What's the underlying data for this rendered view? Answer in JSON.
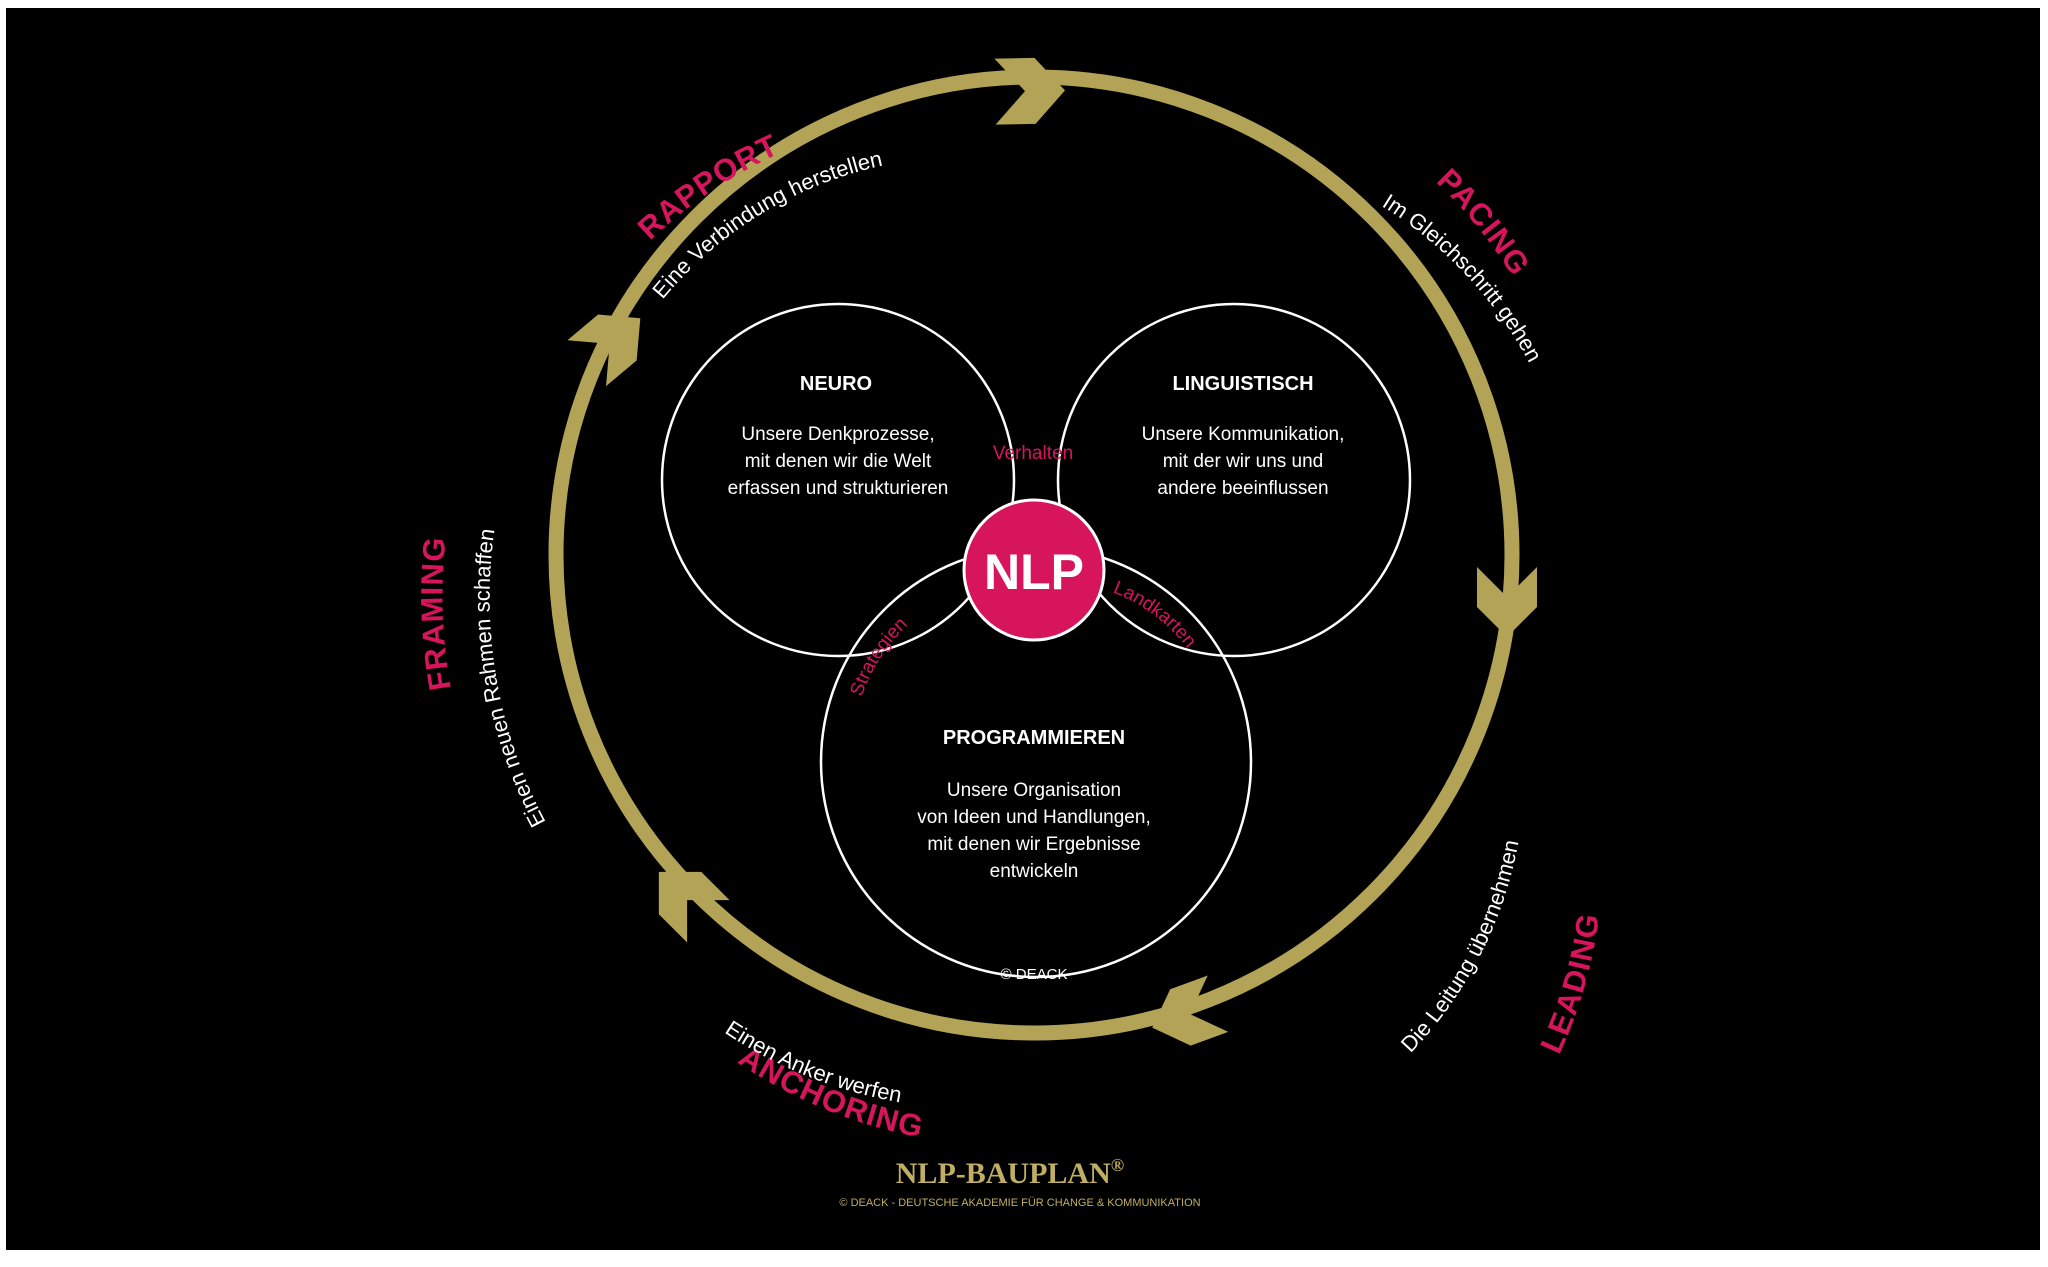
{
  "colors": {
    "background": "#000000",
    "ring": "#b3a356",
    "accent": "#d6155d",
    "text": "#ffffff",
    "brand_gold": "#bfae63"
  },
  "cycle": {
    "rapport": {
      "label": "RAPPORT",
      "sub": "Eine Verbindung herstellen"
    },
    "pacing": {
      "label": "PACING",
      "sub": "Im Gleichschritt gehen"
    },
    "leading": {
      "label": "LEADING",
      "sub": "Die Leitung übernehmen"
    },
    "anchoring": {
      "label": "ANCHORING",
      "sub": "Einen Anker werfen"
    },
    "framing": {
      "label": "FRAMING",
      "sub": "Einen neuen Rahmen schaffen"
    }
  },
  "venn": {
    "neuro": {
      "title": "NEURO",
      "lines": [
        "Unsere Denkprozesse,",
        "mit denen wir die Welt",
        "erfassen und strukturieren"
      ]
    },
    "linguistisch": {
      "title": "LINGUISTISCH",
      "lines": [
        "Unsere Kommunikation,",
        "mit der wir uns und",
        "andere beeinflussen"
      ]
    },
    "programmieren": {
      "title": "PROGRAMMIEREN",
      "lines": [
        "Unsere Organisation",
        "von Ideen und Handlungen,",
        "mit denen wir Ergebnisse",
        "entwickeln"
      ]
    },
    "overlaps": {
      "verhalten": "Verhalten",
      "strategien": "Strategien",
      "landkarten": "Landkarten"
    },
    "center": "NLP",
    "copyright": "© DEACK"
  },
  "footer": {
    "brand": "NLP-BAUPLAN",
    "registered": "®",
    "subtitle": "© DEACK - DEUTSCHE AKADEMIE FÜR CHANGE & KOMMUNIKATION"
  }
}
